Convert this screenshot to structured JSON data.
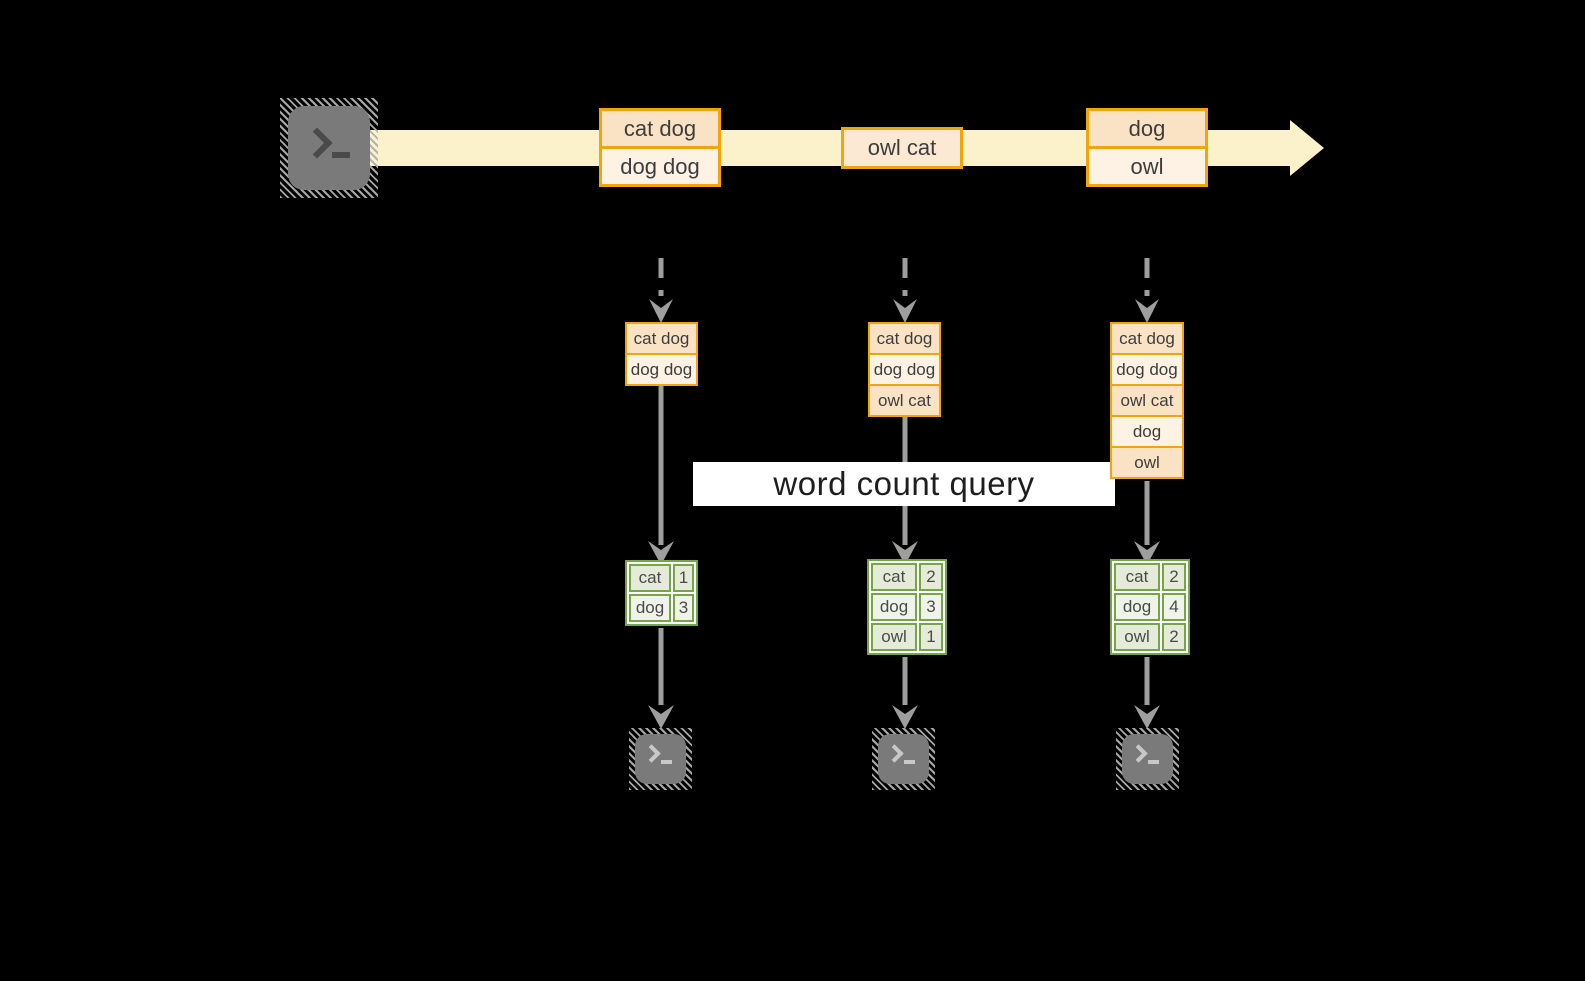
{
  "banner": {
    "label": "word count query"
  },
  "stream": {
    "events": [
      {
        "rows": [
          "cat dog",
          "dog dog"
        ]
      },
      {
        "rows": [
          "owl cat"
        ]
      },
      {
        "rows": [
          "dog",
          "owl"
        ]
      }
    ]
  },
  "columns": [
    {
      "buffer": [
        "cat dog",
        "dog dog"
      ],
      "counts": [
        {
          "word": "cat",
          "count": "1"
        },
        {
          "word": "dog",
          "count": "3"
        }
      ]
    },
    {
      "buffer": [
        "cat dog",
        "dog dog",
        "owl cat"
      ],
      "counts": [
        {
          "word": "cat",
          "count": "2"
        },
        {
          "word": "dog",
          "count": "3"
        },
        {
          "word": "owl",
          "count": "1"
        }
      ]
    },
    {
      "buffer": [
        "cat dog",
        "dog dog",
        "owl cat",
        "dog",
        "owl"
      ],
      "counts": [
        {
          "word": "cat",
          "count": "2"
        },
        {
          "word": "dog",
          "count": "4"
        },
        {
          "word": "owl",
          "count": "2"
        }
      ]
    }
  ],
  "colors": {
    "gold_border": "#F0A50C",
    "peach_dark": "#FAE3C5",
    "peach_mid": "#FBE9D3",
    "peach_light": "#FDF2E4",
    "stream": "#FBF1CB",
    "green_border": "#74A647",
    "green_cell_dark": "#E4EBD9",
    "green_cell_light": "#EFF3EA",
    "arrow_gray": "#9E9E9E",
    "terminal_gray": "#7A7A7A",
    "banner_bg": "#FFFFFF",
    "banner_text": "#1E1E1E",
    "box_text": "#3D3D3D",
    "table_text": "#4A4A4A"
  }
}
